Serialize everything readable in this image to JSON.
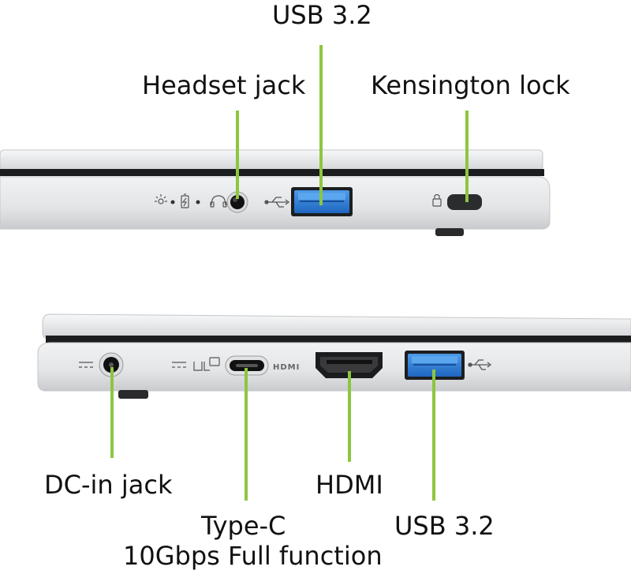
{
  "top_view": {
    "labels": {
      "usb": "USB 3.2",
      "headset": "Headset jack",
      "kensington": "Kensington lock"
    },
    "icons": [
      "power-light-icon",
      "battery-light-icon",
      "headset-icon",
      "usb-icon",
      "lock-icon"
    ]
  },
  "bottom_view": {
    "labels": {
      "dc_in": "DC-in jack",
      "type_c_line1": "Type-C",
      "type_c_line2": "10Gbps Full function",
      "hdmi": "HDMI",
      "usb": "USB 3.2"
    },
    "port_markings": {
      "hdmi": "HDMI"
    },
    "icons": [
      "dc-power-icon",
      "usb-c-icon",
      "usb-icon"
    ]
  },
  "colors": {
    "leader_line": "#8dc63f",
    "usb_port": "#2f7fd6",
    "chassis": "#e6e7e9"
  }
}
